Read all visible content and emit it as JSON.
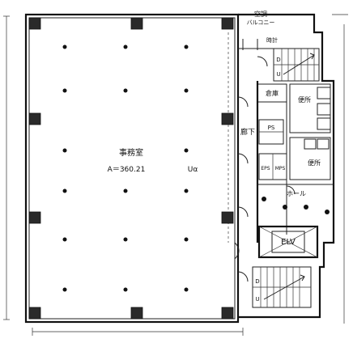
{
  "rooms": {
    "office_name": "事務室",
    "office_area": "A＝360.21",
    "office_code": "Uα",
    "balcony_line1": "空調",
    "balcony_line2": "バルコニー",
    "clock_label": "時計",
    "storage_label": "倉庫",
    "ps_label": "PS",
    "eps_label": "EPS",
    "mps_label": "MPS",
    "corridor_label": "廊下",
    "toilet_top_label": "便所",
    "toilet_bottom_label": "便所",
    "hall_label": "ホール",
    "elv_label": "ELV",
    "stair_up_top": "D",
    "stair_down_top": "U",
    "stair_up_bottom": "D",
    "stair_down_bottom": "U"
  },
  "palette": {
    "line": "#111111",
    "column_fill": "#2a2a2a",
    "paper": "#ffffff"
  }
}
